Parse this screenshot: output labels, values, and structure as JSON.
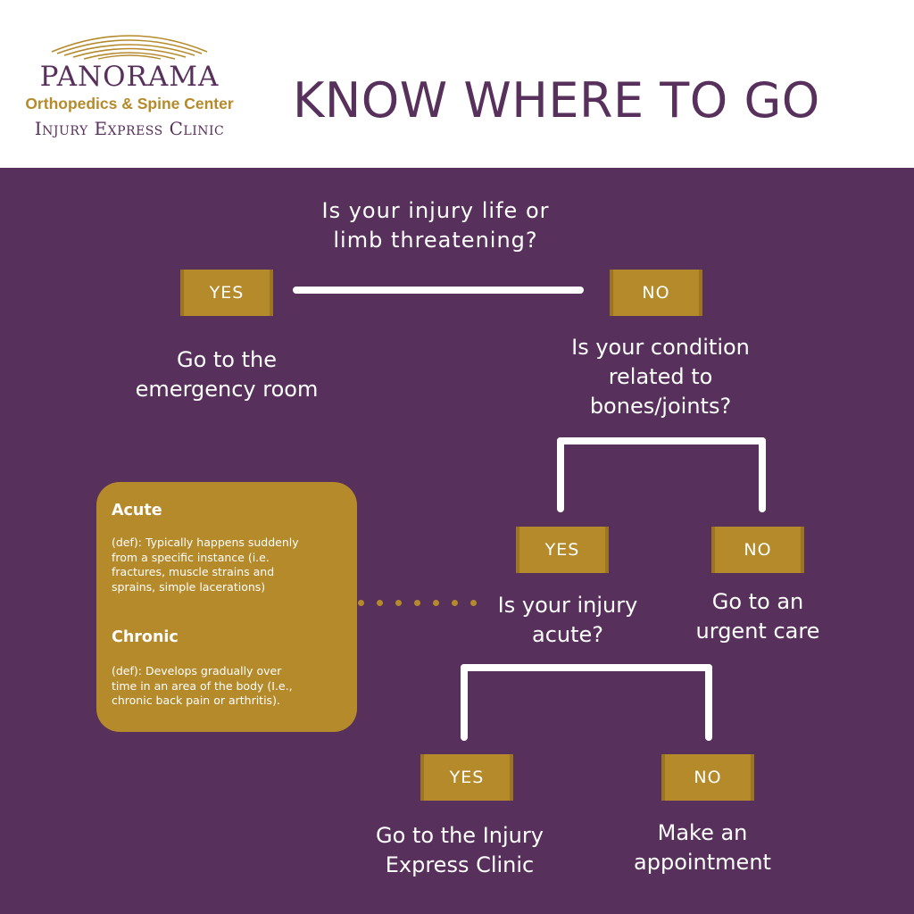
{
  "header": {
    "logo": {
      "name": "Panorama",
      "subtitle": "Orthopedics & Spine Center",
      "clinic": "Injury Express Clinic"
    },
    "title": "KNOW WHERE TO GO"
  },
  "flow": {
    "q1": {
      "text": "Is your injury life or\nlimb threatening?",
      "yes": "YES",
      "no": "NO"
    },
    "r1_yes": "Go to the\nemergency room",
    "q2": {
      "text": "Is your condition\nrelated to\nbones/joints?",
      "yes": "YES",
      "no": "NO"
    },
    "r2_no": "Go to an\nurgent care",
    "q3": {
      "text": "Is your injury\nacute?",
      "yes": "YES",
      "no": "NO"
    },
    "r3_yes": "Go to the Injury\nExpress Clinic",
    "r3_no": "Make an\nappointment"
  },
  "definitions": {
    "acute": {
      "term": "Acute",
      "text": " (def): Typically happens suddenly\nfrom a specific instance (i.e.\nfractures, muscle strains and\nsprains, simple lacerations)"
    },
    "chronic": {
      "term": "Chronic",
      "text": "(def): Develops gradually over\ntime in an area of the body (I.e.,\nchronic back pain or arthritis)."
    }
  },
  "colors": {
    "purple": "#57305b",
    "gold": "#b58a2b",
    "white": "#ffffff"
  }
}
